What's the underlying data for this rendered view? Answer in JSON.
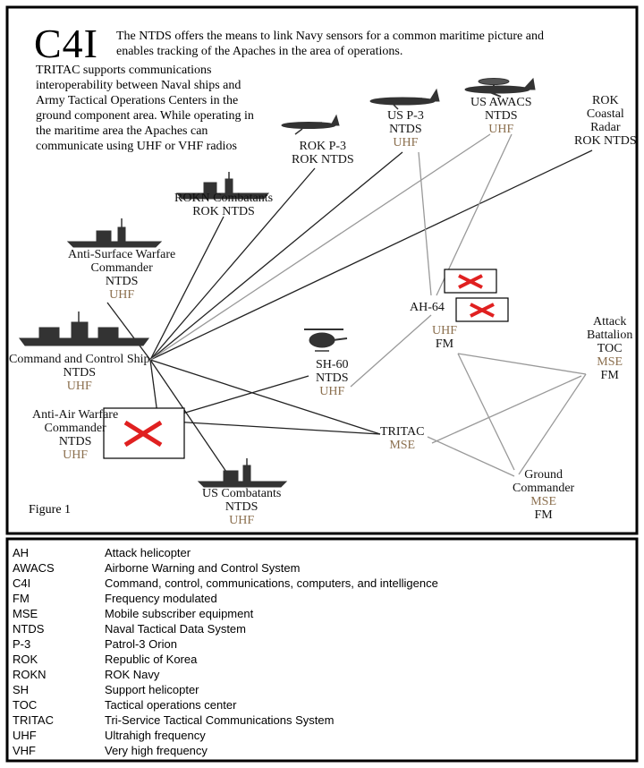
{
  "header": {
    "title": "C4I",
    "top_description": "The NTDS offers the means to link Navy sensors for a common maritime picture and enables tracking of the Apaches in the area of operations.",
    "left_description": "TRITAC supports communications interoperability between Naval ships and Army Tactical Operations Centers in the ground component area.  While operating in the maritime area the Apaches can communicate using UHF or VHF radios"
  },
  "nodes": {
    "us_awacs": [
      "US AWACS",
      "NTDS",
      "UHF"
    ],
    "us_p3": [
      "US P-3",
      "NTDS",
      "UHF"
    ],
    "rok_radar": [
      "ROK",
      "Coastal",
      "Radar",
      "ROK NTDS"
    ],
    "rok_p3": [
      "ROK P-3",
      "ROK NTDS"
    ],
    "rokn": [
      "ROKN Combatants",
      "ROK NTDS"
    ],
    "asw": [
      "Anti-Surface Warfare",
      "Commander",
      "NTDS",
      "UHF"
    ],
    "ccs": [
      "Command and Control Ship",
      "NTDS",
      "UHF"
    ],
    "aaw": [
      "Anti-Air Warfare",
      "Commander",
      "NTDS",
      "UHF"
    ],
    "us_combatants": [
      "US Combatants",
      "NTDS",
      "UHF"
    ],
    "sh60": [
      "SH-60",
      "NTDS",
      "UHF"
    ],
    "ah64": [
      "AH-64"
    ],
    "ah64_radios": [
      "UHF",
      "FM"
    ],
    "tritac": [
      "TRITAC",
      "MSE"
    ],
    "attack_battalion": [
      "Attack",
      "Battalion",
      "TOC",
      "MSE",
      "FM"
    ],
    "ground_commander": [
      "Ground",
      "Commander",
      "MSE",
      "FM"
    ]
  },
  "figure_label": "Figure 1",
  "colors": {
    "accent_line": "#999999",
    "brown_text": "#8b6f4e",
    "cross": "#e02020"
  },
  "glossary": [
    [
      "AH",
      "Attack helicopter"
    ],
    [
      "AWACS",
      "Airborne Warning and Control System"
    ],
    [
      "C4I",
      "Command, control, communications, computers, and intelligence"
    ],
    [
      "FM",
      "Frequency modulated"
    ],
    [
      "MSE",
      "Mobile subscriber equipment"
    ],
    [
      "NTDS",
      "Naval Tactical Data System"
    ],
    [
      "P-3",
      "Patrol-3 Orion"
    ],
    [
      "ROK",
      "Republic of Korea"
    ],
    [
      "ROKN",
      "ROK Navy"
    ],
    [
      "SH",
      "Support helicopter"
    ],
    [
      "TOC",
      "Tactical operations center"
    ],
    [
      "TRITAC",
      "Tri-Service Tactical Communications System"
    ],
    [
      "UHF",
      "Ultrahigh frequency"
    ],
    [
      "VHF",
      "Very high frequency"
    ]
  ]
}
